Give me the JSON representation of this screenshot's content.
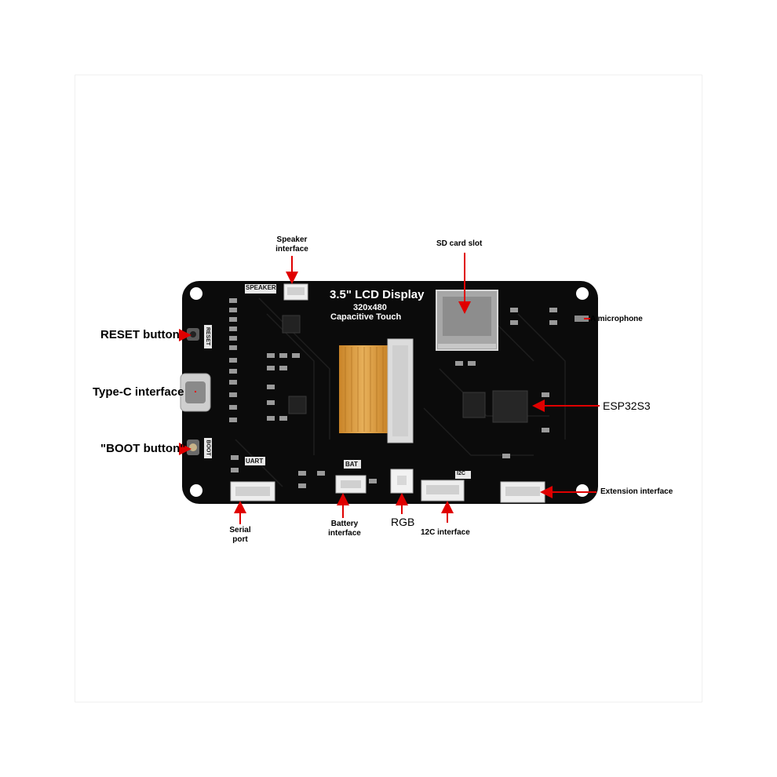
{
  "board": {
    "display_title": "3.5\" LCD Display",
    "resolution": "320x480",
    "touch_type": "Capacitive Touch",
    "silk": {
      "speaker": "SPEAKER",
      "reset": "RESET",
      "boot": "BOOT",
      "uart": "UART",
      "bat": "BAT",
      "i2c": "I2C"
    }
  },
  "labels": {
    "speaker_interface": [
      "Speaker",
      "interface"
    ],
    "sd_card_slot": "SD card slot",
    "microphone": "A microphone",
    "reset_button": "RESET button",
    "typec_interface": "Type-C interface",
    "boot_button": "\"BOOT button\"",
    "esp32s3": "ESP32S3",
    "extension_interface": "Extension interface",
    "serial_port": [
      "Serial",
      "port"
    ],
    "battery_interface": [
      "Battery",
      "interface"
    ],
    "rgb": "RGB",
    "i2c_interface": "12C interface"
  },
  "colors": {
    "pcb": "#0b0b0b",
    "arrow": "#e00000",
    "fpc": "#d99a3a",
    "connector": "#eeeeee"
  }
}
